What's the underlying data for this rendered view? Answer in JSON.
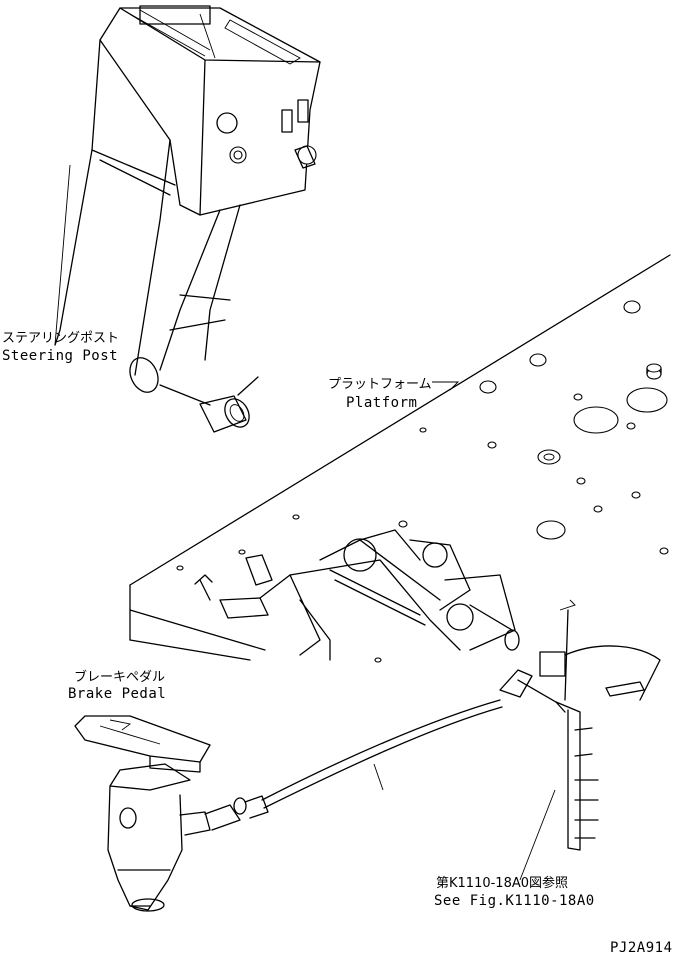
{
  "labels": {
    "steering_post_jp": "ステアリングポスト",
    "steering_post_en": "Steering Post",
    "platform_jp": "プラットフォーム",
    "platform_en": "Platform",
    "brake_pedal_jp": "ブレーキペダル",
    "brake_pedal_en": "Brake Pedal",
    "reference_jp": "第K1110-18A0図参照",
    "reference_en": "See Fig.K1110-18A0",
    "figure_code": "PJ2A914"
  }
}
